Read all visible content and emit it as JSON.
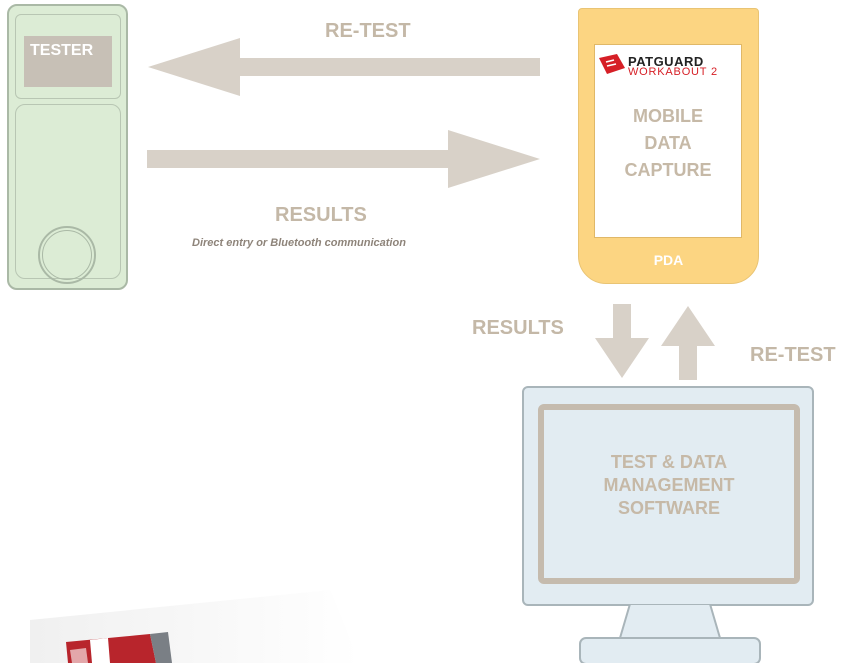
{
  "tester": {
    "label": "TESTER"
  },
  "pda": {
    "brand": "PATGUARD",
    "product": "WORKABOUT 2",
    "screen_lines": [
      "MOBILE",
      "DATA",
      "CAPTURE"
    ],
    "label": "PDA"
  },
  "arrows": {
    "top_left_label": "RE-TEST",
    "top_right_label": "RESULTS",
    "bottom_down_label": "RESULTS",
    "bottom_up_label": "RE-TEST"
  },
  "note": "Direct entry or Bluetooth communication",
  "monitor": {
    "screen_lines": [
      "TEST & DATA",
      "MANAGEMENT",
      "SOFTWARE"
    ]
  },
  "colors": {
    "tester_green": "#dcecd5",
    "pda_yellow": "#fcd582",
    "arrow_grey": "#d8d1c8",
    "text_tan": "#c4b8a7",
    "monitor_blue": "#e2ecf2",
    "brand_red": "#d61f26"
  },
  "icons": [
    "patguard-logo-icon",
    "left-arrow-icon",
    "right-arrow-icon",
    "down-arrow-icon",
    "up-arrow-icon",
    "monitor-icon"
  ]
}
